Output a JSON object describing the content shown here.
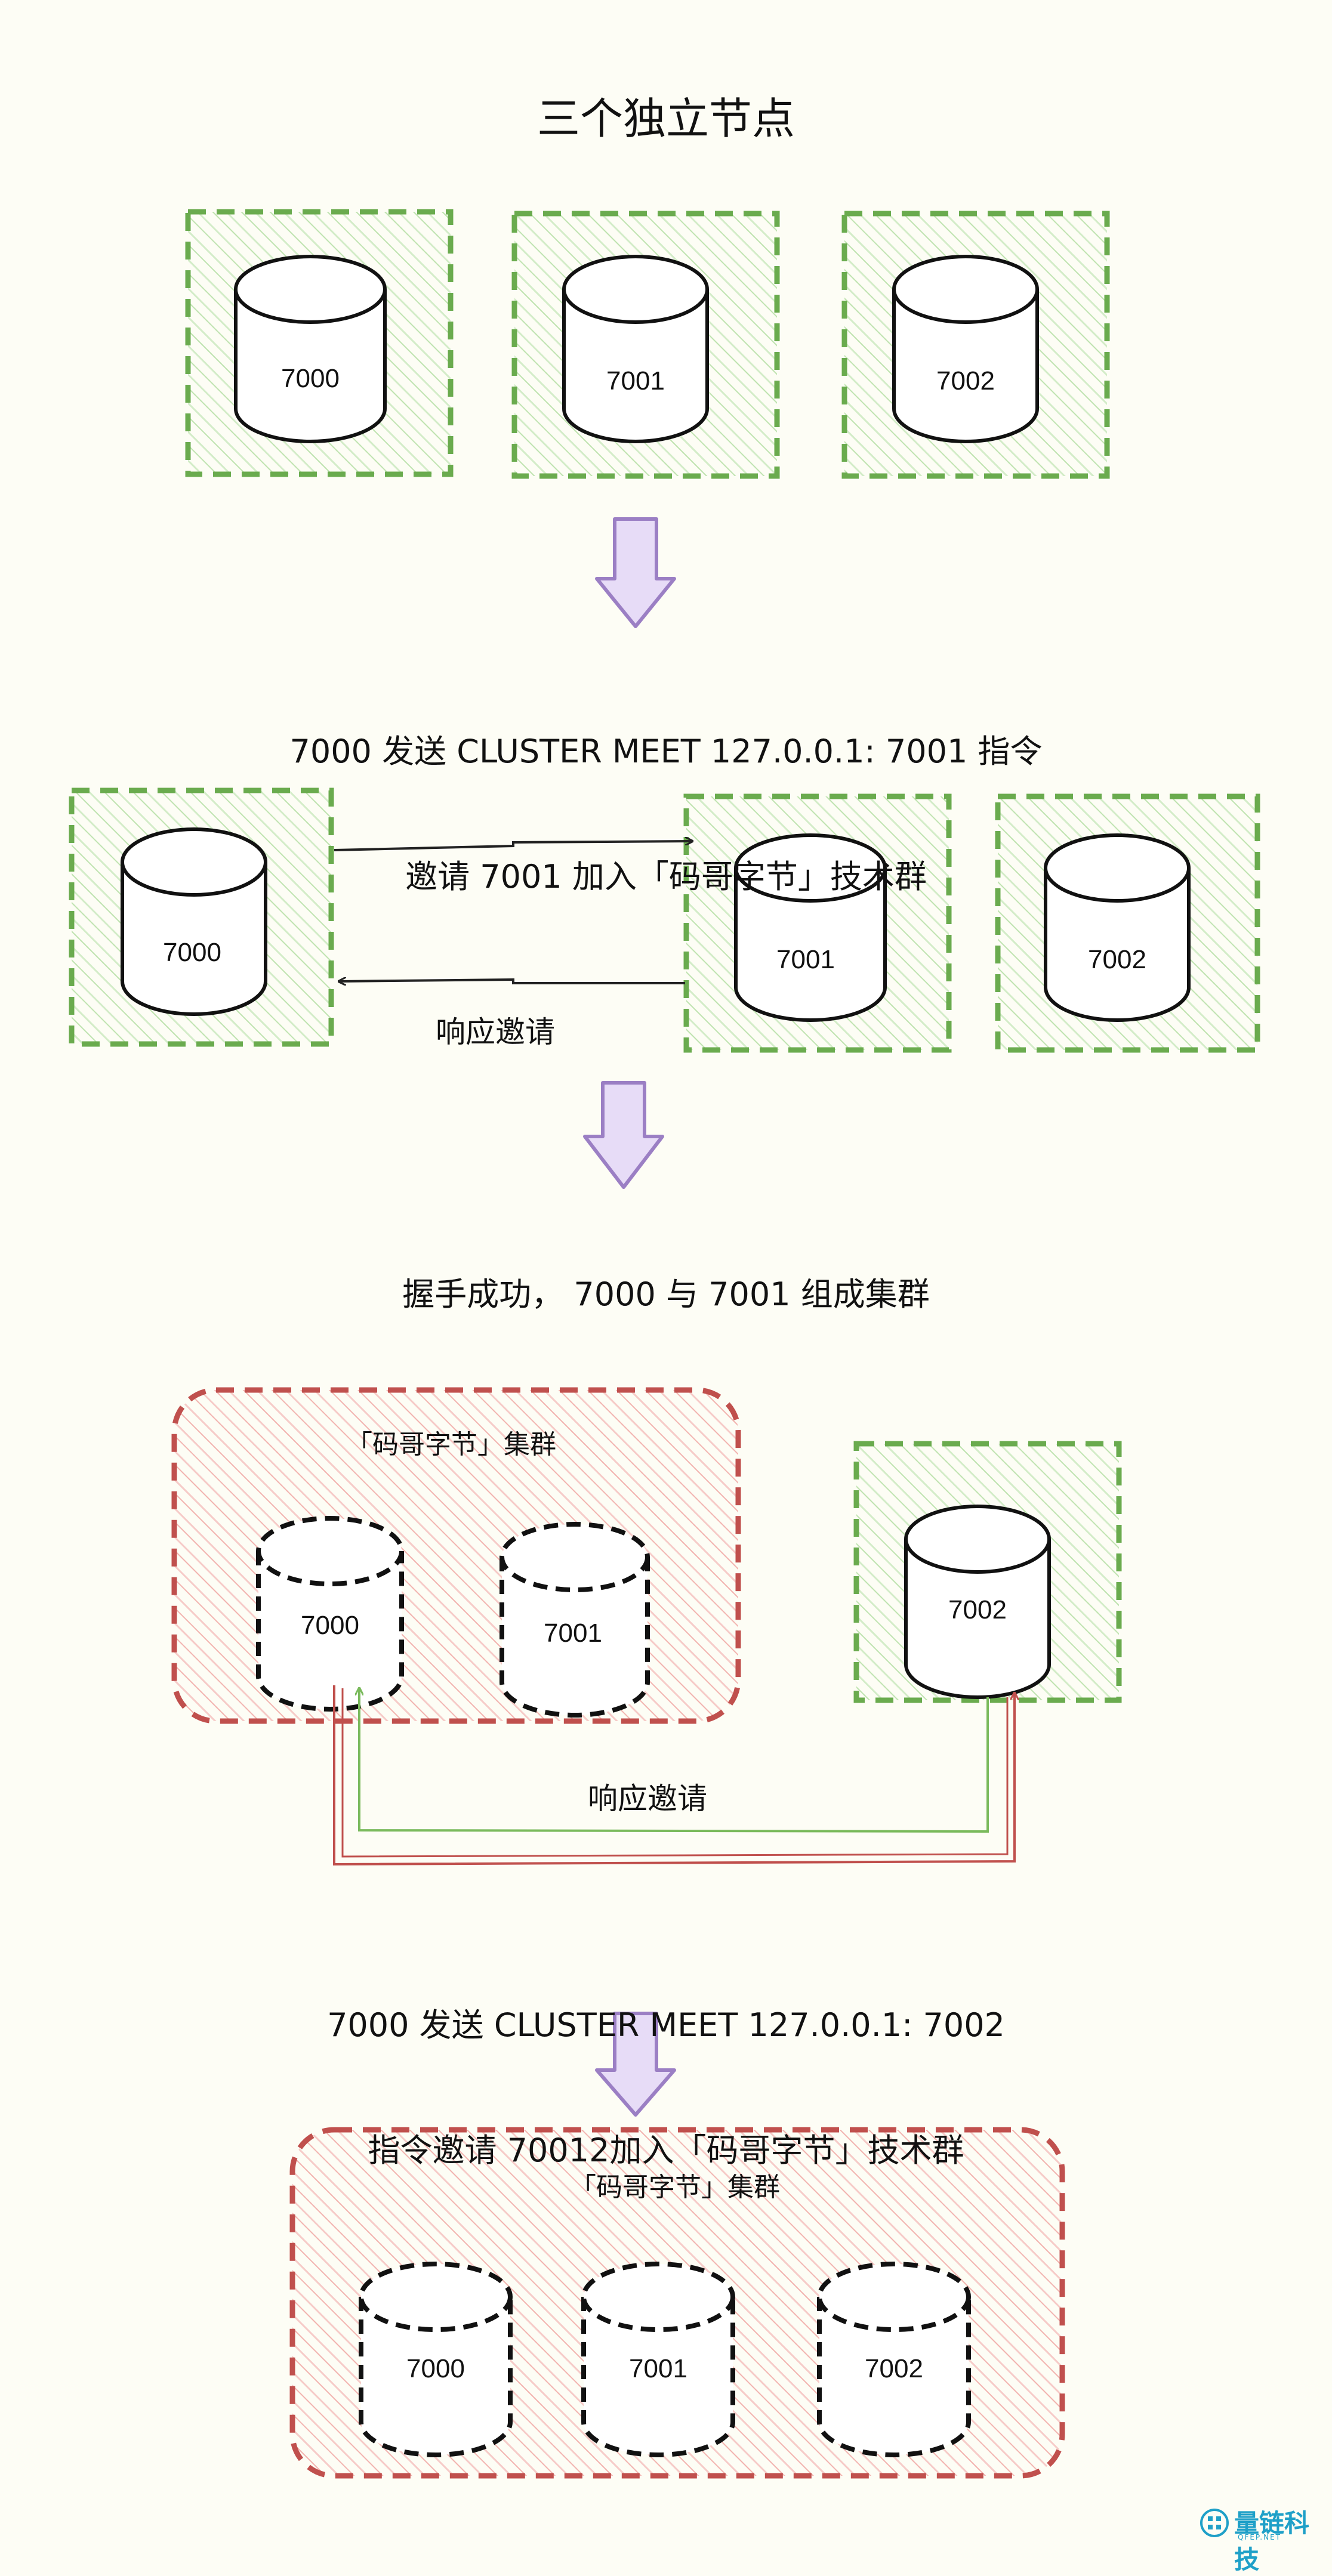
{
  "title": "三个独立节点",
  "step1": {
    "line1": "7000 发送 CLUSTER MEET 127.0.0.1: 7001 指令",
    "line2": "邀请 7001 加入「码哥字节」技术群"
  },
  "respond_label_1": "响应邀请",
  "handshake_text": "握手成功， 7000 与 7001 组成集群",
  "cluster_label_1": "「码哥字节」集群",
  "respond_label_2": "响应邀请",
  "step3": {
    "line1": "7000 发送 CLUSTER MEET 127.0.0.1: 7002",
    "line2": "指令邀请 70012加入「码哥字节」技术群"
  },
  "cluster_label_2": "「码哥字节」集群",
  "nodes": {
    "n7000": "7000",
    "n7001": "7001",
    "n7002": "7002"
  },
  "watermark": {
    "text": "量链科技",
    "sub": "QFEP.NET"
  },
  "colors": {
    "green": "#6aab4e",
    "green_hatch": "#bfe3b0",
    "red": "#c0504d",
    "red_hatch": "#f2b4b0",
    "purple": "#9b7fc4",
    "purple_fill": "#e7dcf7",
    "arrow_green": "#7aba5c",
    "arrow_red": "#c0504d",
    "watermark": "#1fa0c8"
  }
}
